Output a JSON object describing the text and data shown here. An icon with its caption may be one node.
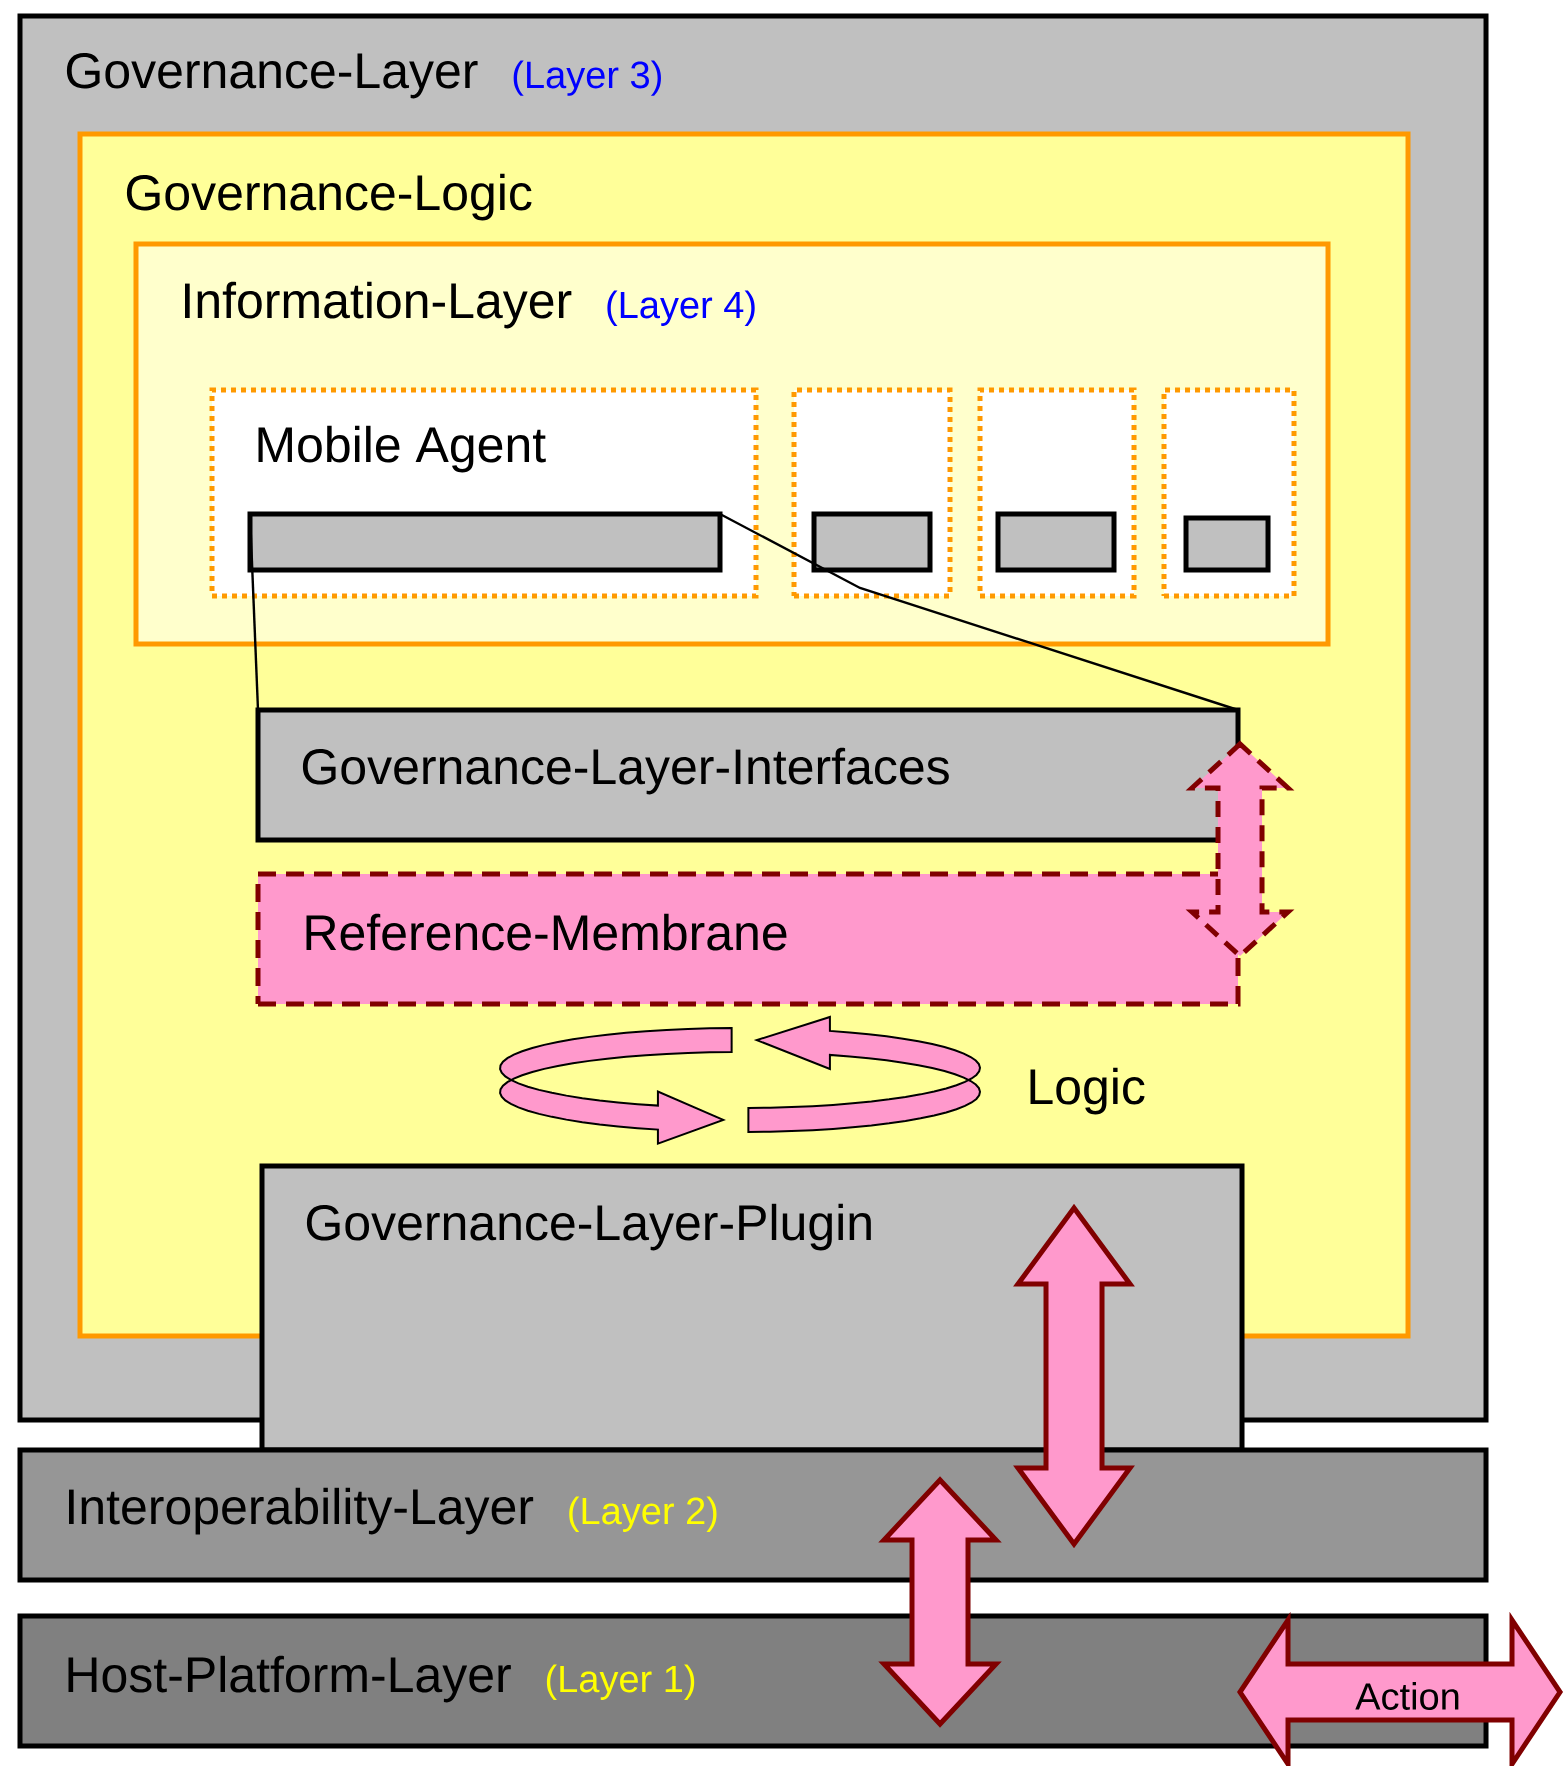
{
  "diagram": {
    "nodes": [
      {
        "text": [
          "Governance-Layer",
          "(Layer 3)"
        ]
      },
      {
        "text": [
          "Governance-Logic"
        ],
        "in": 0
      },
      {
        "text": [
          "Information-Layer",
          "(Layer 4)"
        ],
        "in": 1
      },
      {
        "text": [
          "Mobile Agent"
        ],
        "in": 2
      },
      {
        "text": [],
        "shape": "bar",
        "in": 3
      },
      {
        "text": [],
        "shape": "box",
        "in": 2
      },
      {
        "text": [],
        "shape": "box",
        "in": 2
      },
      {
        "text": [],
        "shape": "box",
        "in": 2
      },
      {
        "text": [],
        "shape": "bar",
        "in": 5
      },
      {
        "text": [],
        "shape": "bar",
        "in": 6
      },
      {
        "text": [],
        "shape": "bar",
        "in": 7
      },
      {
        "text": [
          "Governance-Layer-Interfaces"
        ],
        "in": 1
      },
      {
        "text": [
          "Reference-Membrane"
        ],
        "in": 1
      },
      {
        "text": [
          "Governance-Layer-Plugin"
        ]
      },
      {
        "text": [
          "Interoperability-Layer",
          "(Layer 2)"
        ]
      },
      {
        "text": [
          "Host-Platform-Layer",
          "(Layer 1)"
        ]
      },
      {
        "text": [
          "Action"
        ]
      }
    ],
    "edges": [
      {
        "from": 4,
        "to": 11,
        "arrow": "none"
      },
      {
        "from": 4,
        "to": 11,
        "arrow": "none"
      },
      {
        "from": 11,
        "to": 12,
        "arrow": "both",
        "style": "dashed"
      },
      {
        "from": 13,
        "to": 14,
        "arrow": "both",
        "style": "thick"
      },
      {
        "from": 14,
        "to": 15,
        "arrow": "both",
        "style": "thick"
      }
    ],
    "labels": [
      "Logic"
    ]
  }
}
